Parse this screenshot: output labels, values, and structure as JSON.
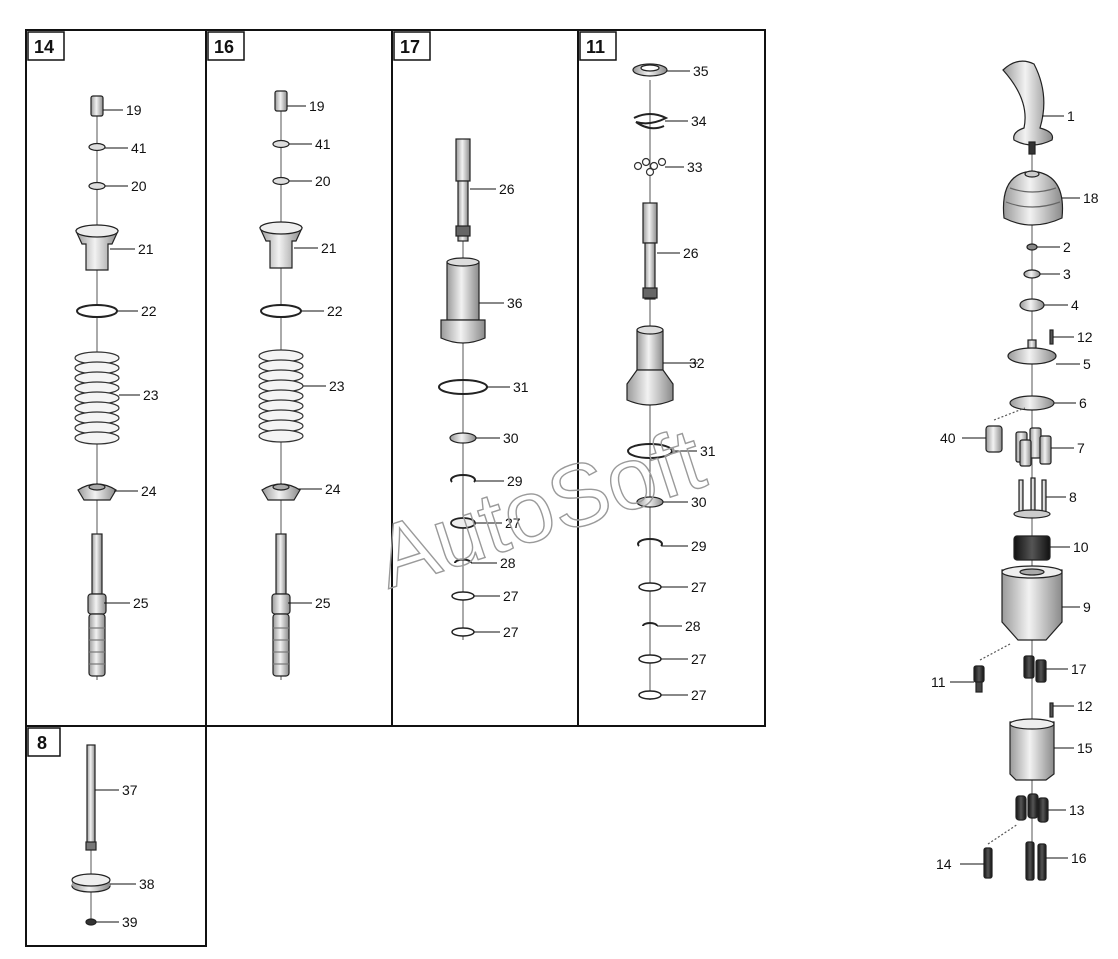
{
  "diagram": {
    "watermark": "AutoSoft",
    "panels": [
      {
        "id": "14",
        "labels": [
          "19",
          "41",
          "20",
          "21",
          "22",
          "23",
          "24",
          "25"
        ]
      },
      {
        "id": "16",
        "labels": [
          "19",
          "41",
          "20",
          "21",
          "22",
          "23",
          "24",
          "25"
        ]
      },
      {
        "id": "17",
        "labels": [
          "26",
          "36",
          "31",
          "30",
          "29",
          "27",
          "28",
          "27",
          "27"
        ]
      },
      {
        "id": "11",
        "labels": [
          "35",
          "34",
          "33",
          "26",
          "32",
          "31",
          "30",
          "29",
          "27",
          "28",
          "27",
          "27"
        ]
      },
      {
        "id": "8",
        "labels": [
          "37",
          "38",
          "39"
        ]
      }
    ],
    "main_assembly": {
      "labels": [
        "1",
        "18",
        "2",
        "3",
        "4",
        "12",
        "5",
        "6",
        "40",
        "7",
        "8",
        "10",
        "9",
        "11",
        "17",
        "12",
        "15",
        "13",
        "14",
        "16"
      ]
    }
  }
}
